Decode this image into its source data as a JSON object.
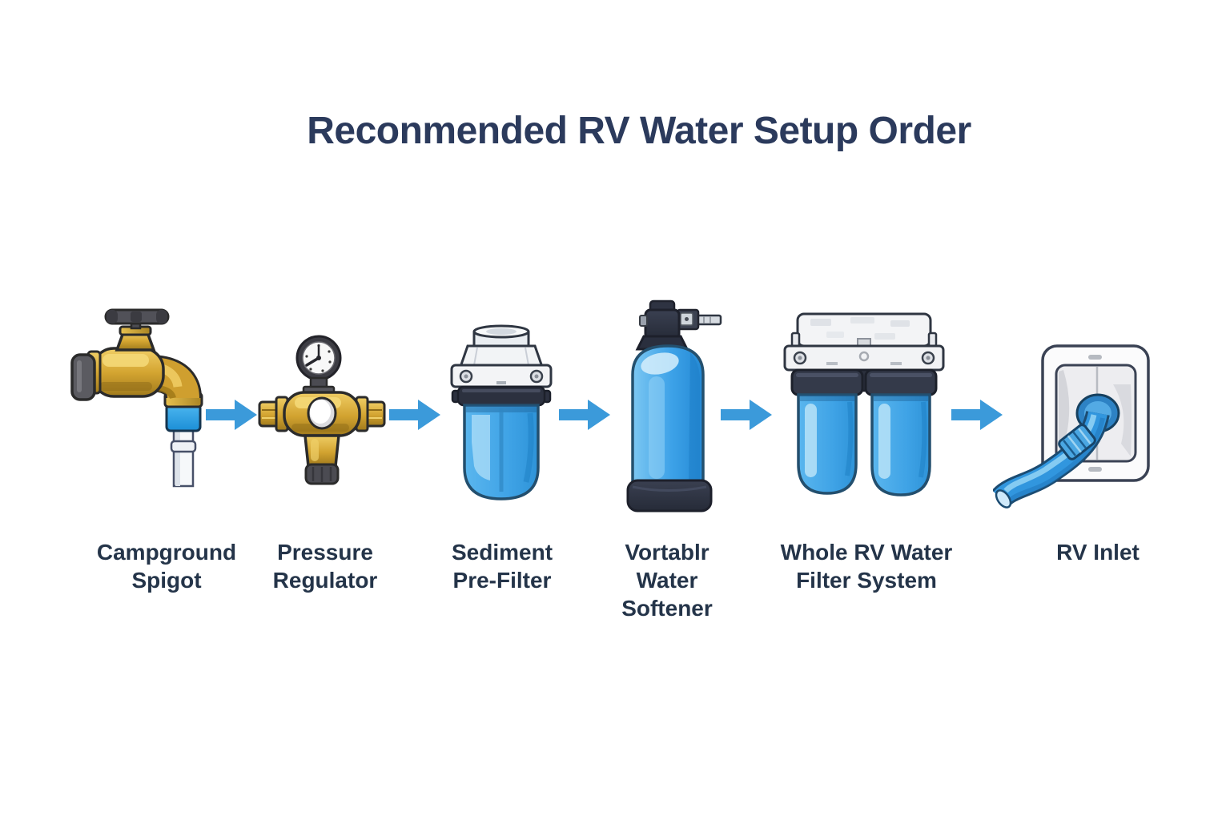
{
  "title": "Reconmended RV Water Setup Order",
  "colors": {
    "background": "#ffffff",
    "title_text": "#2b3a5c",
    "label_text": "#243449",
    "arrow_blue": "#3b9ada",
    "brass": "#d4a531",
    "water_blue": "#45a8e8",
    "dark_navy": "#2e3342",
    "silver_white": "#f2f3f5"
  },
  "steps": [
    {
      "label": "Campground\nSpigot",
      "icon": "campground-spigot-icon"
    },
    {
      "label": "Pressure\nRegulator",
      "icon": "pressure-regulator-icon"
    },
    {
      "label": "Sediment\nPre-Filter",
      "icon": "sediment-pre-filter-icon"
    },
    {
      "label": "Vortablr\nWater\nSoftener",
      "icon": "water-softener-icon"
    },
    {
      "label": "Whole RV Water\nFilter System",
      "icon": "whole-rv-water-filter-icon"
    },
    {
      "label": "RV Inlet",
      "icon": "rv-inlet-icon"
    }
  ],
  "flow": {
    "arrow_glyph": "→",
    "arrow_count": 5
  }
}
